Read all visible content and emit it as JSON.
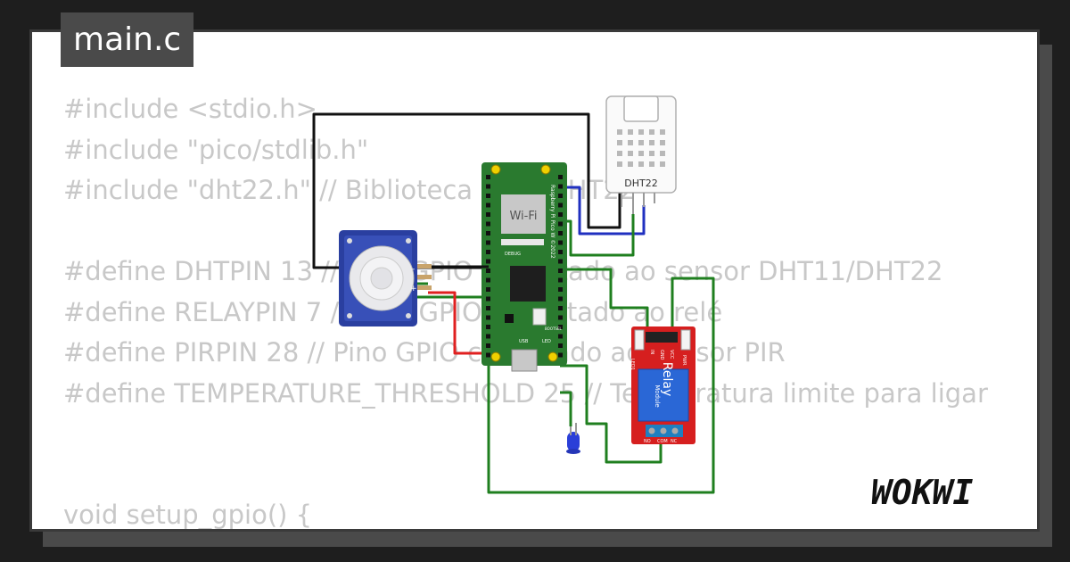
{
  "tab": {
    "filename": "main.c"
  },
  "code_lines": [
    "#include <stdio.h>",
    "#include \"pico/stdlib.h\"",
    "#include \"dht22.h\" // Biblioteca para DHT22",
    "",
    "#define DHTPIN 13 // Pino GPIO conectado ao sensor DHT11/DHT22",
    "#define RELAYPIN 7 // Pino GPIO conectado ao relé",
    "#define PIRPIN 28 // Pino GPIO conectado ao sensor PIR",
    "#define TEMPERATURE_THRESHOLD 25 // Temperatura limite para ligar",
    "",
    "",
    "void setup_gpio() {"
  ],
  "components": {
    "dht22_label": "DHT22",
    "pico_wifi": "Wi-Fi",
    "pico_board": "Raspberry Pi Pico W ©2022",
    "pico_debug": "DEBUG",
    "pico_bootsel": "BOOTSEL",
    "pico_usb": "USB",
    "pico_led": "LED",
    "pir_minus": "-",
    "pir_plus": "+",
    "relay_led1": "LED1",
    "relay_pins": [
      "IN",
      "GND",
      "VCC"
    ],
    "relay_pwr": "PWR",
    "relay_title": "Relay",
    "relay_sub": "Module",
    "relay_terminals": [
      "NO",
      "COM",
      "NC"
    ]
  },
  "logo": {
    "text": "WOKWI"
  },
  "colors": {
    "wire_green": "#1f7f1f",
    "wire_black": "#111111",
    "wire_red": "#e02020",
    "wire_blue": "#2030c0",
    "pcb_green": "#2a7a2f",
    "relay_red": "#d61f1f"
  }
}
